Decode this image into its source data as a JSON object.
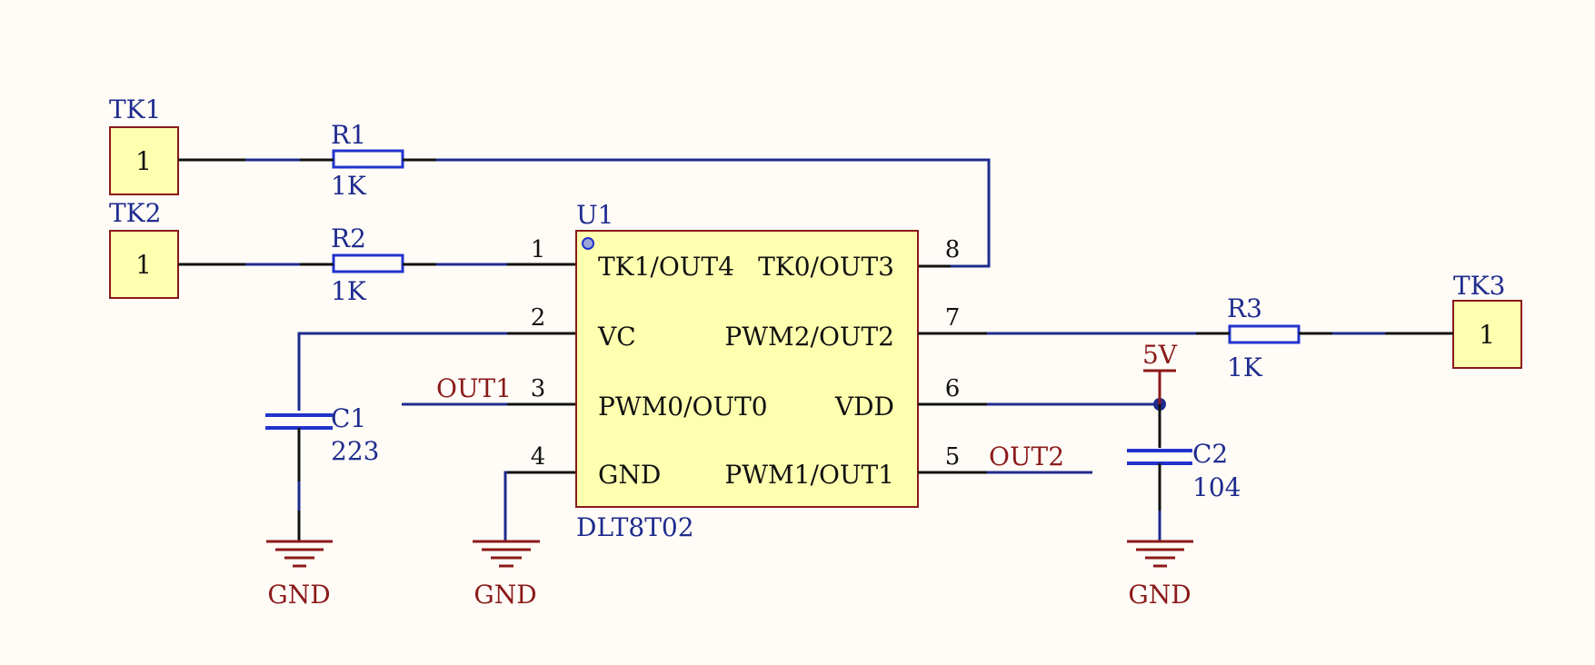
{
  "connectors": [
    {
      "ref": "TK1",
      "pin": "1"
    },
    {
      "ref": "TK2",
      "pin": "1"
    },
    {
      "ref": "TK3",
      "pin": "1"
    }
  ],
  "resistors": [
    {
      "ref": "R1",
      "value": "1K"
    },
    {
      "ref": "R2",
      "value": "1K"
    },
    {
      "ref": "R3",
      "value": "1K"
    }
  ],
  "capacitors": [
    {
      "ref": "C1",
      "value": "223"
    },
    {
      "ref": "C2",
      "value": "104"
    }
  ],
  "chip": {
    "ref": "U1",
    "part": "DLT8T02",
    "pins": [
      {
        "num": "1",
        "name": "TK1/OUT4"
      },
      {
        "num": "2",
        "name": "VC"
      },
      {
        "num": "3",
        "name": "PWM0/OUT0"
      },
      {
        "num": "4",
        "name": "GND"
      },
      {
        "num": "5",
        "name": "PWM1/OUT1"
      },
      {
        "num": "6",
        "name": "VDD"
      },
      {
        "num": "7",
        "name": "PWM2/OUT2"
      },
      {
        "num": "8",
        "name": "TK0/OUT3"
      }
    ]
  },
  "nets": {
    "out1": "OUT1",
    "out2": "OUT2",
    "power": "5V",
    "ground": "GND"
  }
}
